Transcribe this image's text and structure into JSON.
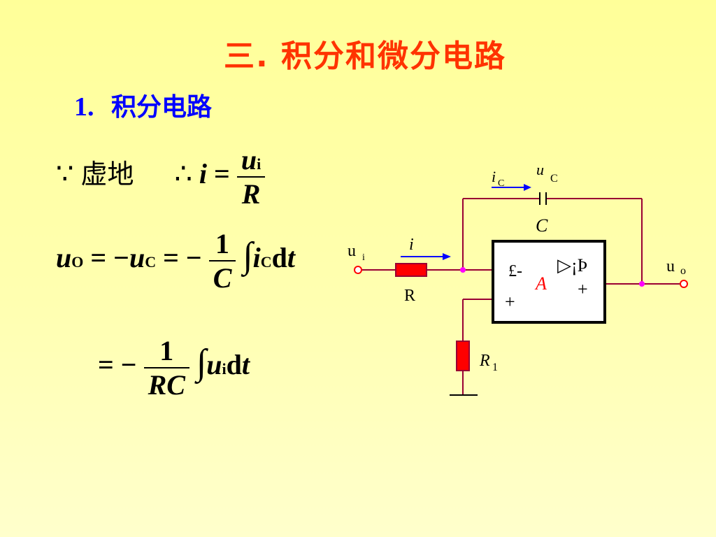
{
  "title": "三. 积分和微分电路",
  "subtitle": {
    "number": "1.",
    "text": "积分电路"
  },
  "eq1": {
    "because": "∵",
    "virtual_ground": "虚地",
    "therefore": "∴",
    "lhs": "i",
    "equals": "=",
    "num": "u",
    "num_sub": "i",
    "den": "R"
  },
  "eq2": {
    "u": "u",
    "sub_O": "O",
    "sub_C": "C",
    "eq_neg": "= −",
    "one": "1",
    "C": "C",
    "integral": "∫",
    "i": "i",
    "dt_d": "d",
    "dt_t": "t"
  },
  "eq3": {
    "eq_neg": "= −",
    "one": "1",
    "RC": "RC",
    "integral": "∫",
    "u": "u",
    "sub_i": "i",
    "dt_d": "d",
    "dt_t": "t"
  },
  "circuit": {
    "ui": "u",
    "ui_sub": "i",
    "i_label": "i",
    "R_label": "R",
    "iC": "i",
    "iC_sub": "C",
    "uC": "u",
    "uC_sub": "C",
    "C_label": "C",
    "minus_sym": "£-",
    "plus_in": "+",
    "amp_sym": "▷¡Þ",
    "plus_out": "+",
    "A_label": "A",
    "uo": "u",
    "uo_sub": "o",
    "R1": "R",
    "R1_sub": "1"
  },
  "colors": {
    "title": "#ff3300",
    "subtitle": "#0000ff",
    "wire": "#990033",
    "resistor": "#ff0000",
    "node": "#ff00ff",
    "terminal": "#ff0000",
    "arrow": "#0000ff"
  }
}
